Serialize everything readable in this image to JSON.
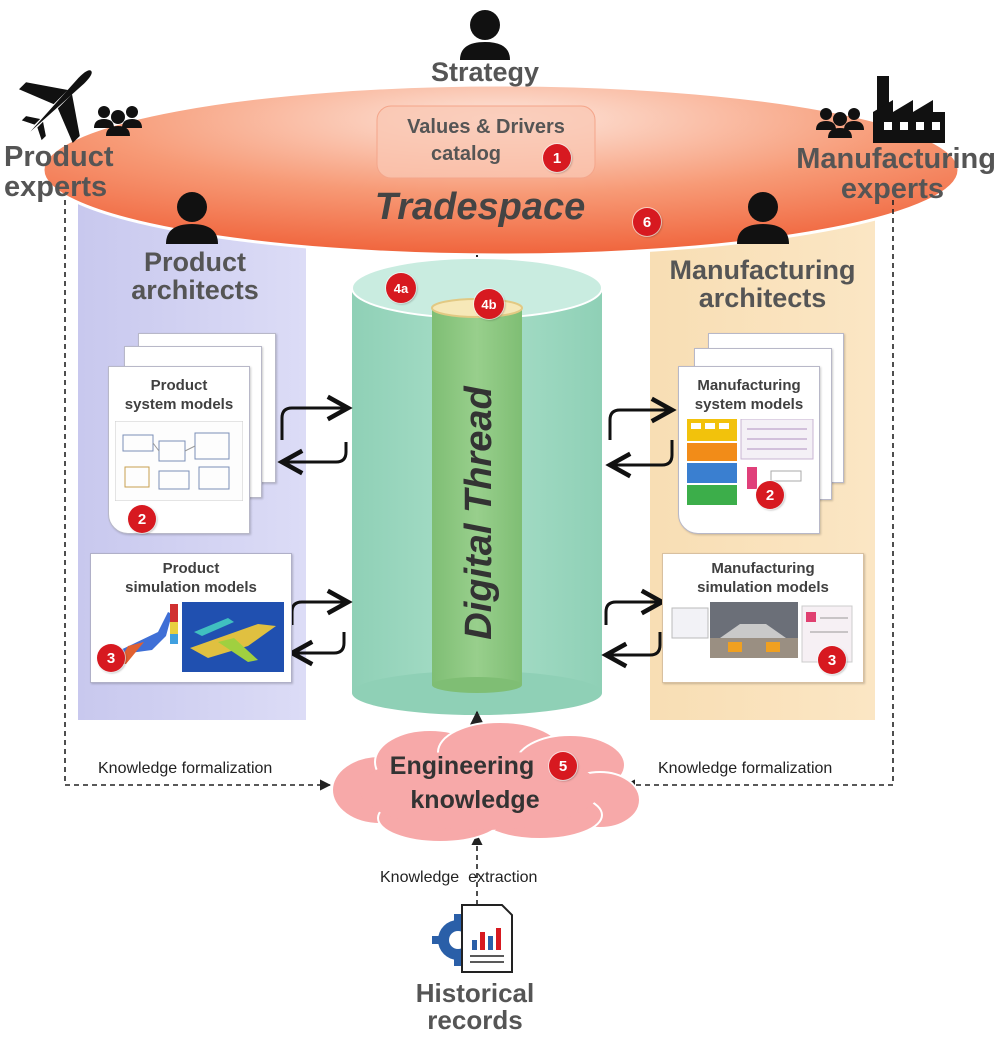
{
  "strategy": {
    "label": "Strategy"
  },
  "tradespace": {
    "label": "Tradespace"
  },
  "catalog": {
    "line1": "Values & Drivers",
    "line2": "catalog"
  },
  "product_experts": {
    "line1": "Product",
    "line2": "experts"
  },
  "manufacturing_experts": {
    "line1": "Manufacturing",
    "line2": "experts"
  },
  "product_architects": {
    "line1": "Product",
    "line2": "architects"
  },
  "manufacturing_architects": {
    "line1": "Manufacturing",
    "line2": "architects"
  },
  "product_system_models": {
    "line1": "Product",
    "line2": "system models"
  },
  "product_simulation_models": {
    "line1": "Product",
    "line2": "simulation models"
  },
  "manufacturing_system_models": {
    "line1": "Manufacturing",
    "line2": "system models"
  },
  "manufacturing_simulation_models": {
    "line1": "Manufacturing",
    "line2": "simulation models"
  },
  "digital_thread": {
    "label": "Digital Thread"
  },
  "engineering_knowledge": {
    "line1": "Engineering",
    "line2": "knowledge"
  },
  "knowledge_formalization_left": "Knowledge formalization",
  "knowledge_formalization_right": "Knowledge formalization",
  "knowledge_extraction": "Knowledge  extraction",
  "historical_records": {
    "line1": "Historical",
    "line2": "records"
  },
  "badges": {
    "catalog": "1",
    "product_system": "2",
    "manufacturing_system": "2",
    "product_simulation": "3",
    "manufacturing_simulation": "3",
    "thread_outer": "4a",
    "thread_inner": "4b",
    "knowledge": "5",
    "tradespace": "6"
  },
  "colors": {
    "badge": "#d71920",
    "tradespace_fill": "#f47c5a",
    "thread_fill": "#9fd8c2",
    "inner_thread_fill": "#8bc77e",
    "product_panel": "#c8c8ee",
    "manufacturing_panel": "#f8deb4",
    "cloud": "#f6a3a3"
  },
  "icons": [
    "airplane-icon",
    "people-icon",
    "person-icon",
    "factory-icon",
    "document-chart-icon",
    "gear-icon",
    "cycle-arrows-icon"
  ]
}
